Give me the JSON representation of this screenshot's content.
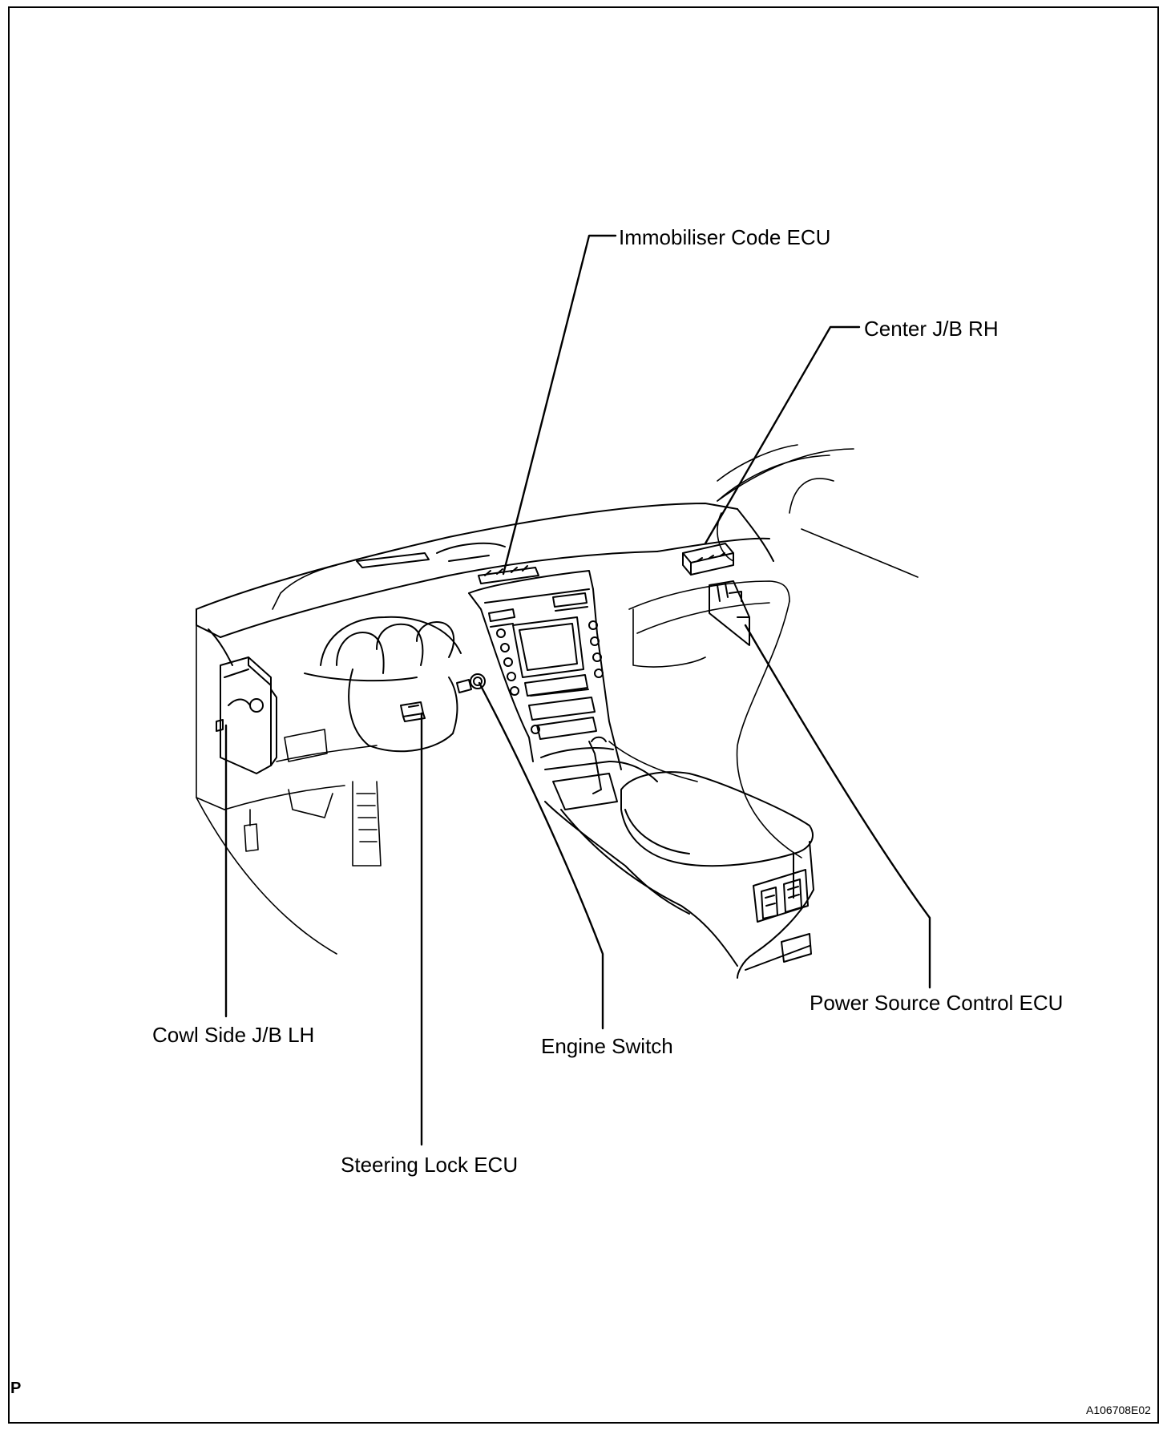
{
  "labels": {
    "immobiliser": "Immobiliser Code ECU",
    "center_jb": "Center J/B RH",
    "cowl_side": "Cowl Side J/B LH",
    "engine_switch": "Engine Switch",
    "steering_lock": "Steering Lock ECU",
    "power_source": "Power Source Control ECU"
  },
  "corner_mark": "P",
  "figure_id": "A106708E02",
  "colors": {
    "ink": "#000000",
    "paper": "#ffffff"
  }
}
